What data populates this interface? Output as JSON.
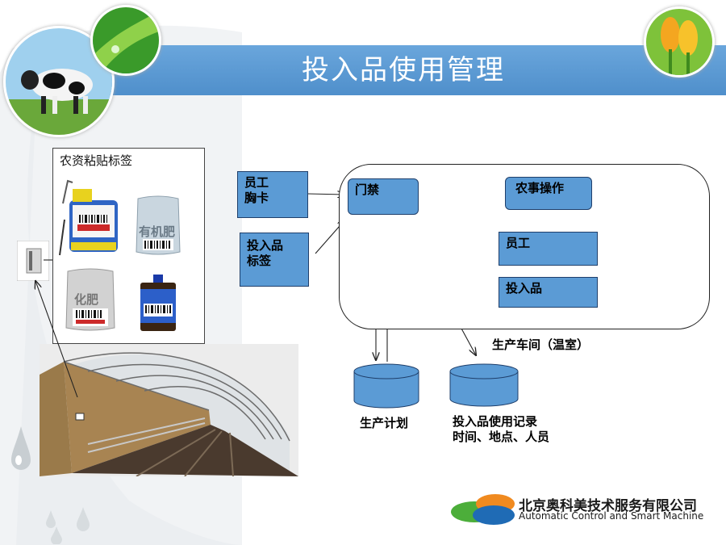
{
  "title": "投入品使用管理",
  "panel": {
    "title": "农资粘贴标签",
    "bag1_text": "有机肥",
    "bag2_text": "化肥"
  },
  "nodes": {
    "badge": "员工\n胸卡",
    "input_label": "投入品\n标签",
    "gate": "门禁",
    "farm_op": "农事操作",
    "staff": "员工",
    "input": "投入品"
  },
  "workshop_label": "生产车间（温室）",
  "db": {
    "plan": "生产计划",
    "records_line1": "投入品使用记录",
    "records_line2": "时间、地点、人员"
  },
  "company": {
    "name_cn": "北京奥科美技术服务有限公司",
    "name_en": "Automatic Control and Smart Machine"
  },
  "colors": {
    "title_bar": "#5b9bd5",
    "box": "#5b9bd5",
    "box_border": "#1f3f6b"
  }
}
